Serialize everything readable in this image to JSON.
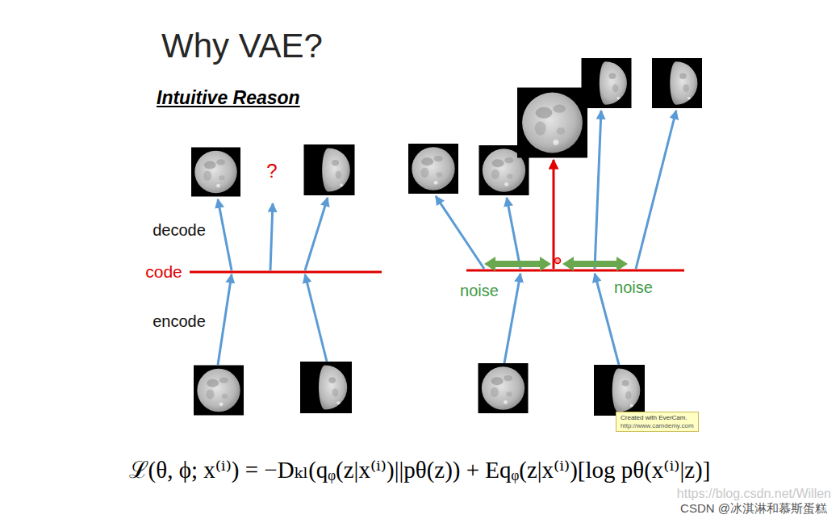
{
  "diagram": {
    "title": "Why VAE?",
    "nodes": [
      {
        "text": [
          "Created with EverCam.",
          "http://www.camdemy.com"
        ]
      }
    ],
    "labels": [
      "Intuitive Reason",
      "decode",
      "code",
      "encode",
      "?",
      "noise",
      "noise",
      "ℒ(θ, ϕ; x⁽ⁱ⁾) = −Dₖₗ(qᵩ(z|x⁽ⁱ⁾)||pθ(z)) + Eqᵩ(z|x⁽ⁱ⁾)[log pθ(x⁽ⁱ⁾|z)]",
      "https://blog.csdn.net/Willen",
      "CSDN @冰淇淋和慕斯蛋糕"
    ]
  }
}
